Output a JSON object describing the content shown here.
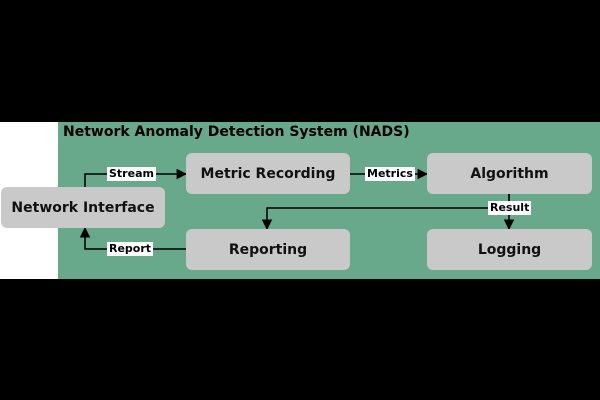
{
  "diagram": {
    "system_title": "Network Anomaly Detection System (NADS)",
    "nodes": {
      "network_interface": "Network Interface",
      "metric_recording": "Metric Recording",
      "algorithm": "Algorithm",
      "reporting": "Reporting",
      "logging": "Logging"
    },
    "edges": {
      "stream": "Stream",
      "metrics": "Metrics",
      "result": "Result",
      "report": "Report"
    },
    "colors": {
      "system_fill": "#68a98b",
      "node_fill": "#c9c9c9",
      "background": "#000000"
    }
  }
}
